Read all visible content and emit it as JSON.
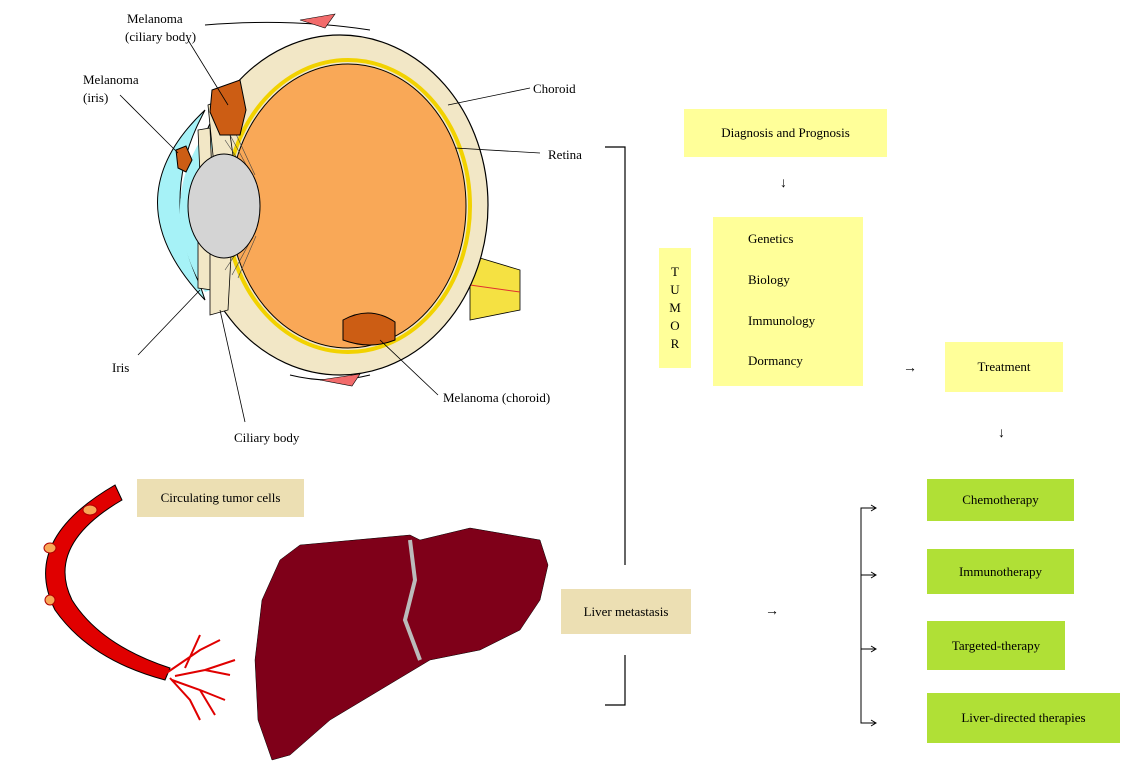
{
  "eye_labels": {
    "melanoma_ciliary_line1": "Melanoma",
    "melanoma_ciliary_line2": "(ciliary body)",
    "melanoma_iris_line1": "Melanoma",
    "melanoma_iris_line2": "(iris)",
    "choroid": "Choroid",
    "retina": "Retina",
    "iris": "Iris",
    "ciliary_body": "Ciliary body",
    "melanoma_choroid": "Melanoma (choroid)"
  },
  "circulating": "Circulating tumor cells",
  "liver_metastasis": "Liver metastasis",
  "diagnosis": "Diagnosis and Prognosis",
  "tumor_letters": [
    "T",
    "U",
    "M",
    "O",
    "R"
  ],
  "tumor_factors": [
    "Genetics",
    "Biology",
    "Immunology",
    "Dormancy"
  ],
  "treatment": "Treatment",
  "therapies": [
    "Chemotherapy",
    "Immunotherapy",
    "Targeted-therapy",
    "Liver-directed therapies"
  ],
  "colors": {
    "yellow_box": "#ffff99",
    "tan_box": "#ecdfb3",
    "green_box": "#b0e036",
    "vitreous": "#f9a857",
    "melanoma": "#cc5d14",
    "cornea": "#a6f2f7",
    "lens": "#d4d4d4",
    "sclera": "#f2e7c6",
    "liver": "#7f0019",
    "vessel": "#e00000"
  }
}
